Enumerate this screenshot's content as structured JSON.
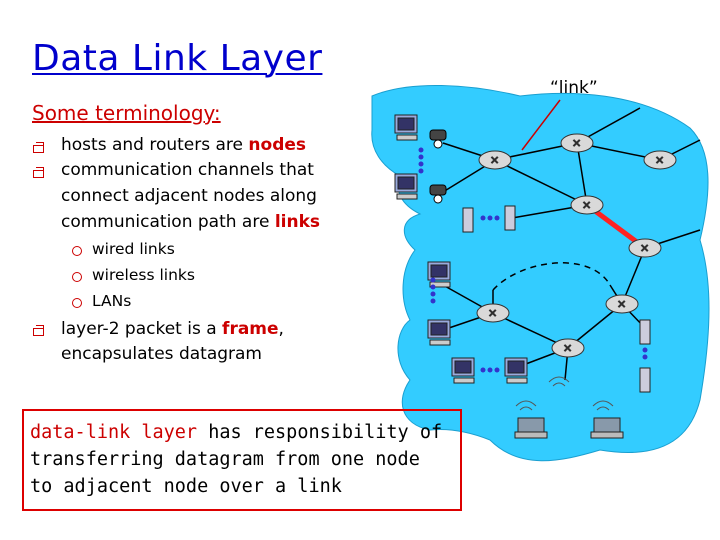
{
  "title": "Data Link Layer",
  "subtitle": "Some terminology:",
  "bullets": [
    {
      "lines": [
        [
          "hosts and routers are ",
          "nodes"
        ]
      ]
    },
    {
      "lines": [
        [
          "communication channels that",
          ""
        ],
        [
          "connect adjacent nodes along",
          ""
        ],
        [
          "communication path are ",
          "links"
        ]
      ]
    },
    {
      "lines": [
        [
          "layer-2 packet is a ",
          "frame",
          ","
        ],
        [
          "encapsulates datagram",
          ""
        ]
      ]
    }
  ],
  "sub_bullets": [
    "wired links",
    "wireless links",
    "LANs"
  ],
  "callout": {
    "highlight": "data-link layer",
    "line1_rest": " has responsibility of",
    "line2": "transferring datagram from one node",
    "line3": "to adjacent node over a link"
  },
  "link_label": "“link”",
  "colors": {
    "title": "#0000cc",
    "accent": "#cc0000",
    "network": "#33ccff"
  }
}
